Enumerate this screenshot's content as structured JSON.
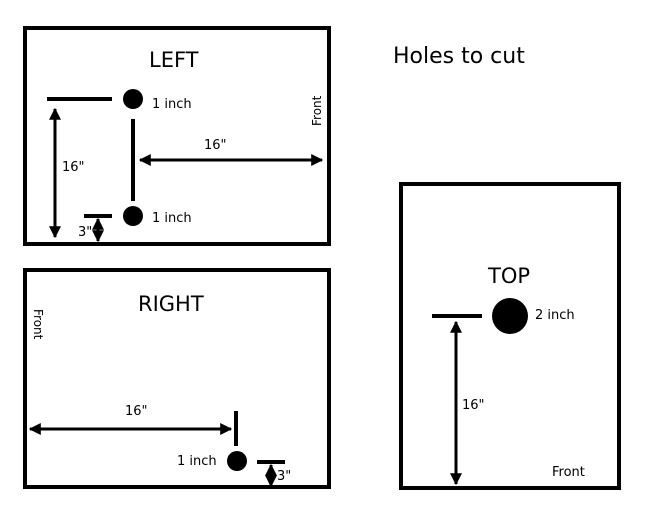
{
  "heading": "Holes to cut",
  "panels": {
    "left": {
      "title": "LEFT",
      "front_label": "Front",
      "hole_top_label": "1 inch",
      "hole_bottom_label": "1 inch",
      "dim_vertical": "16\"",
      "dim_horizontal": "16\"",
      "dim_small": "3\""
    },
    "right": {
      "title": "RIGHT",
      "front_label": "Front",
      "hole_label": "1 inch",
      "dim_horizontal": "16\"",
      "dim_small": "3\""
    },
    "top": {
      "title": "TOP",
      "front_label": "Front",
      "hole_label": "2 inch",
      "dim_vertical": "16\""
    }
  }
}
